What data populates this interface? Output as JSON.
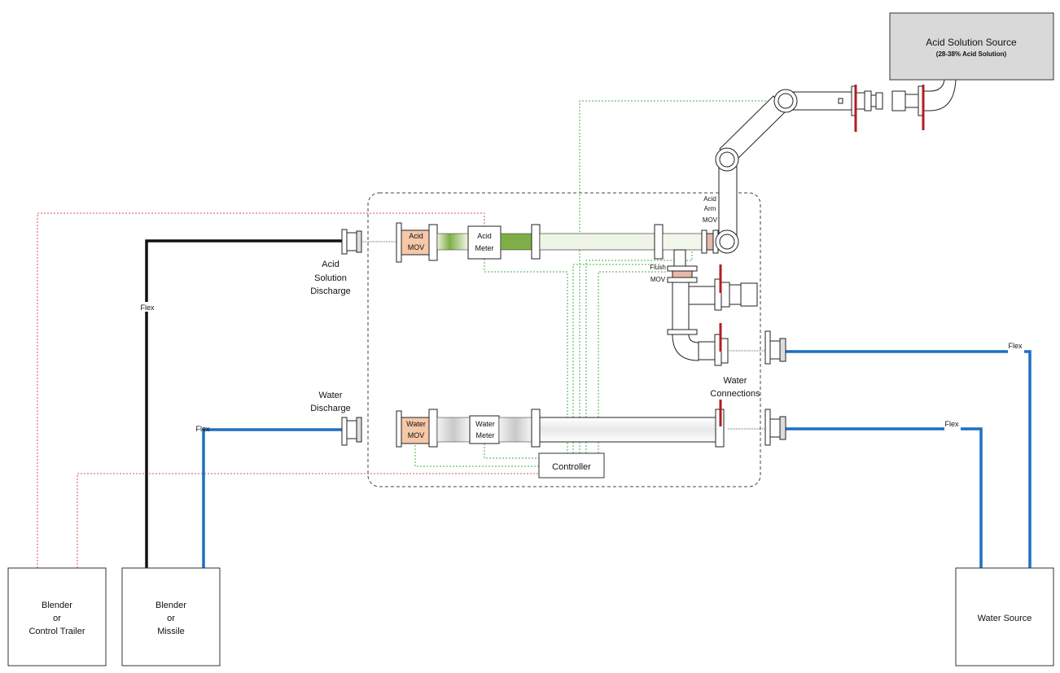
{
  "colors": {
    "signal_green": "#3cb043",
    "power_red": "#d9534f",
    "water_blue": "#1f6fbf",
    "acid_line": "#111111",
    "valve_red": "#b01e23",
    "mov_fill": "#f6c8a8",
    "source_fill": "#d9d9d9"
  },
  "boxes": {
    "acid_source_title": "Acid Solution Source",
    "acid_source_subtitle": "(28-38% Acid Solution)",
    "blender_control": [
      "Blender",
      "or",
      "Control Trailer"
    ],
    "blender_missile": [
      "Blender",
      "or",
      "Missile"
    ],
    "water_source": "Water Source",
    "controller": "Controller"
  },
  "components": {
    "acid_mov": [
      "Acid",
      "MOV"
    ],
    "acid_meter": [
      "Acid",
      "Meter"
    ],
    "water_mov": [
      "Water",
      "MOV"
    ],
    "water_meter": [
      "Water",
      "Meter"
    ],
    "acid_arm_mov": [
      "Acid",
      "Arm",
      "MOV"
    ],
    "flush_mov": [
      "Flush",
      "MOV"
    ]
  },
  "labels": {
    "acid_discharge": [
      "Acid",
      "Solution",
      "Discharge"
    ],
    "water_discharge": [
      "Water",
      "Discharge"
    ],
    "water_connections": [
      "Water",
      "Connections"
    ],
    "flex": "Flex"
  }
}
